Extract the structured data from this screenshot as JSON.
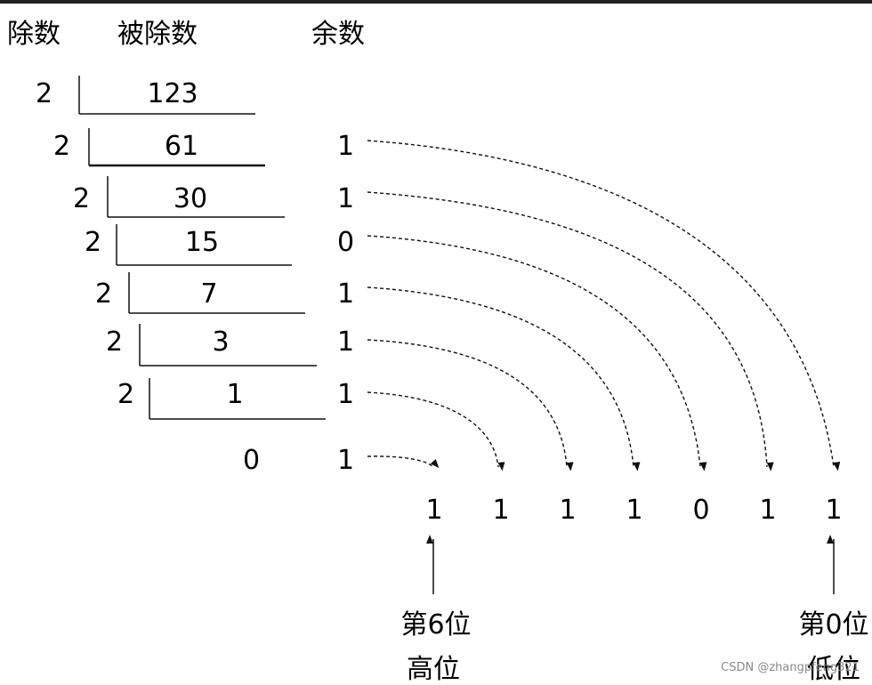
{
  "headers": {
    "divisor": "除数",
    "dividend": "被除数",
    "remainder": "余数"
  },
  "steps": [
    {
      "divisor": "2",
      "dividend": "123",
      "remainder": ""
    },
    {
      "divisor": "2",
      "dividend": "61",
      "remainder": "1"
    },
    {
      "divisor": "2",
      "dividend": "30",
      "remainder": "1"
    },
    {
      "divisor": "2",
      "dividend": "15",
      "remainder": "0"
    },
    {
      "divisor": "2",
      "dividend": "7",
      "remainder": "1"
    },
    {
      "divisor": "2",
      "dividend": "3",
      "remainder": "1"
    },
    {
      "divisor": "2",
      "dividend": "1",
      "remainder": "1"
    }
  ],
  "final": {
    "quotient": "0",
    "remainder": "1"
  },
  "binary": [
    "1",
    "1",
    "1",
    "1",
    "0",
    "1",
    "1"
  ],
  "labels": {
    "left": {
      "line1": "第6位",
      "line2": "高位"
    },
    "right": {
      "line1": "第0位",
      "line2": "低位"
    }
  },
  "watermark": "CSDN @zhangpfeng321"
}
